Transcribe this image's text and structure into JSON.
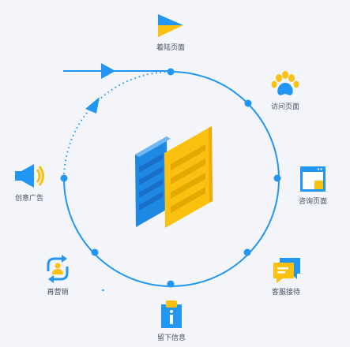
{
  "nodes": {
    "landing": "着陆页面",
    "visit": "访问页面",
    "consult": "咨询页面",
    "service": "客服接待",
    "leave_info": "留下信息",
    "remarketing": "再营销",
    "creative_ad": "创意广告"
  },
  "colors": {
    "accent_blue": "#2196f3",
    "accent_yellow": "#fbc110",
    "background": "#f3f5fb"
  },
  "icons": [
    "paper-plane-icon",
    "paw-icon",
    "browser-window-icon",
    "chat-bubble-icon",
    "info-clipboard-icon",
    "refresh-user-icon",
    "megaphone-icon",
    "documents-icon"
  ]
}
